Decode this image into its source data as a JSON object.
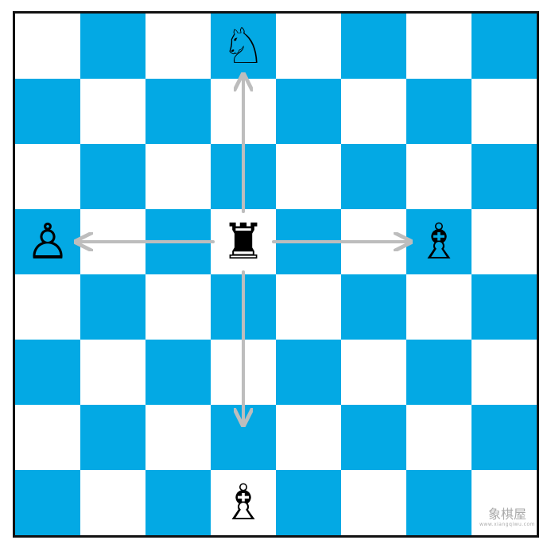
{
  "board": {
    "size": 8,
    "light_color": "#ffffff",
    "dark_color": "#03a9e4",
    "border_color": "#111111"
  },
  "pieces": [
    {
      "name": "white-knight",
      "glyph": "♘",
      "file": 4,
      "rank": 8
    },
    {
      "name": "black-rook",
      "glyph": "♜",
      "file": 4,
      "rank": 5
    },
    {
      "name": "white-pawn",
      "glyph": "♙",
      "file": 1,
      "rank": 5
    },
    {
      "name": "white-bishop",
      "glyph": "♗",
      "file": 7,
      "rank": 5
    },
    {
      "name": "white-bishop",
      "glyph": "♗",
      "file": 4,
      "rank": 1
    }
  ],
  "arrows": {
    "color": "#bdbdbd",
    "moves": [
      {
        "from": [
          4,
          5
        ],
        "to": [
          4,
          8
        ]
      },
      {
        "from": [
          4,
          5
        ],
        "to": [
          1,
          5
        ]
      },
      {
        "from": [
          4,
          5
        ],
        "to": [
          7,
          5
        ]
      },
      {
        "from": [
          4,
          5
        ],
        "to": [
          4,
          1
        ]
      }
    ]
  },
  "watermark": {
    "text": "象棋屋",
    "sub": "www.xiangqiwu.com"
  }
}
